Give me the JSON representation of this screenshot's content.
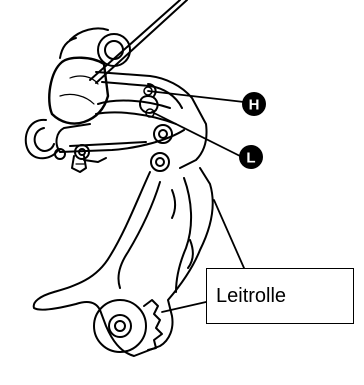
{
  "markers": {
    "high_limit": "H",
    "low_limit": "L"
  },
  "callout": {
    "label": "Leitrolle"
  },
  "colors": {
    "line": "#000000",
    "marker_fill": "#000000",
    "background": "#ffffff"
  }
}
